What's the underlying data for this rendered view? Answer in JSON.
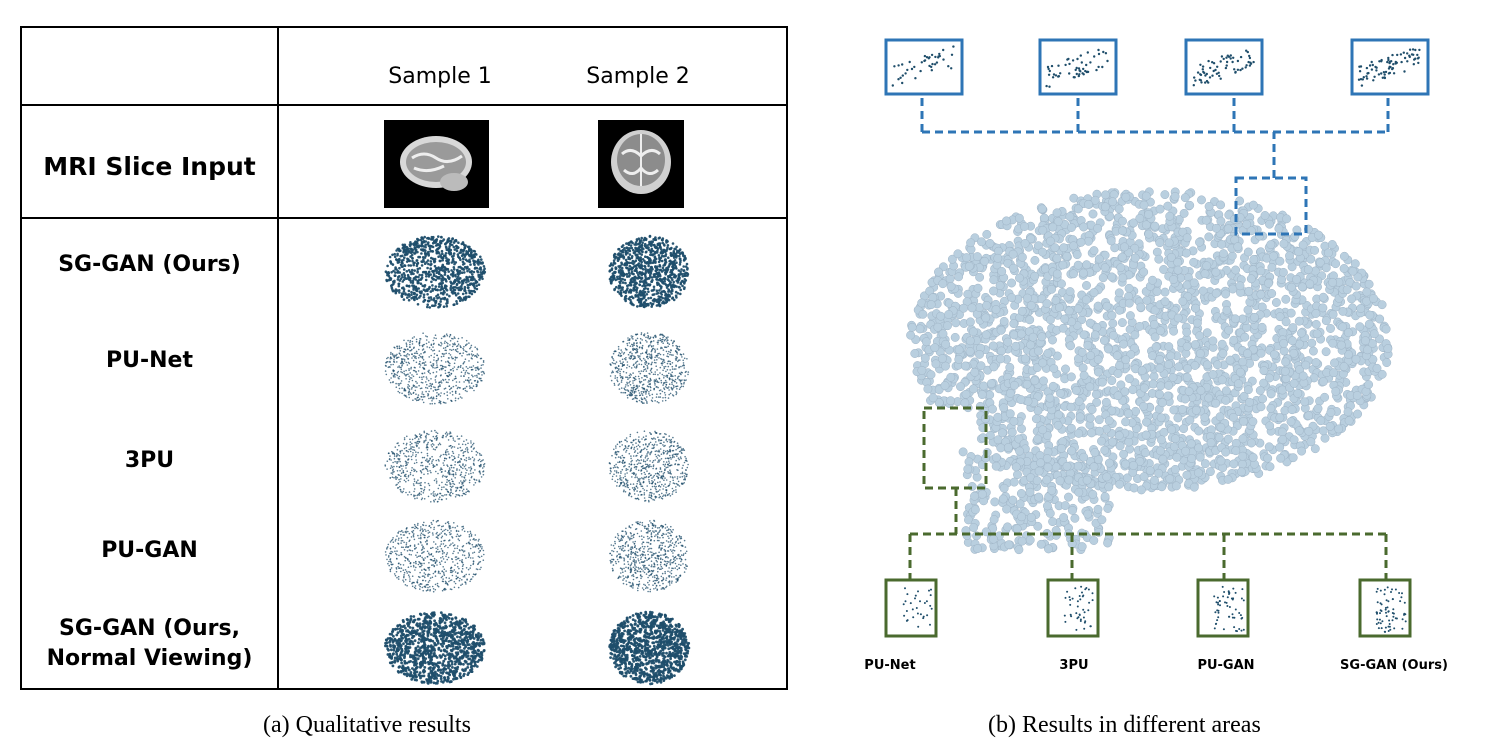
{
  "panel_a": {
    "columns": [
      "Sample 1",
      "Sample 2"
    ],
    "rows": [
      "MRI Slice Input",
      "SG-GAN (Ours)",
      "PU-Net",
      "3PU",
      "PU-GAN",
      "SG-GAN (Ours,",
      "Normal Viewing)"
    ],
    "caption": "(a) Qualitative results"
  },
  "panel_b": {
    "methods": [
      "PU-Net",
      "3PU",
      "PU-GAN",
      "SG-GAN (Ours)"
    ],
    "caption": "(b) Results in different areas"
  },
  "colors": {
    "blue": "#2e75b6",
    "green": "#4a6a2e",
    "dark_points": "#1f4e6b",
    "light_points": "#b9cfdf"
  }
}
